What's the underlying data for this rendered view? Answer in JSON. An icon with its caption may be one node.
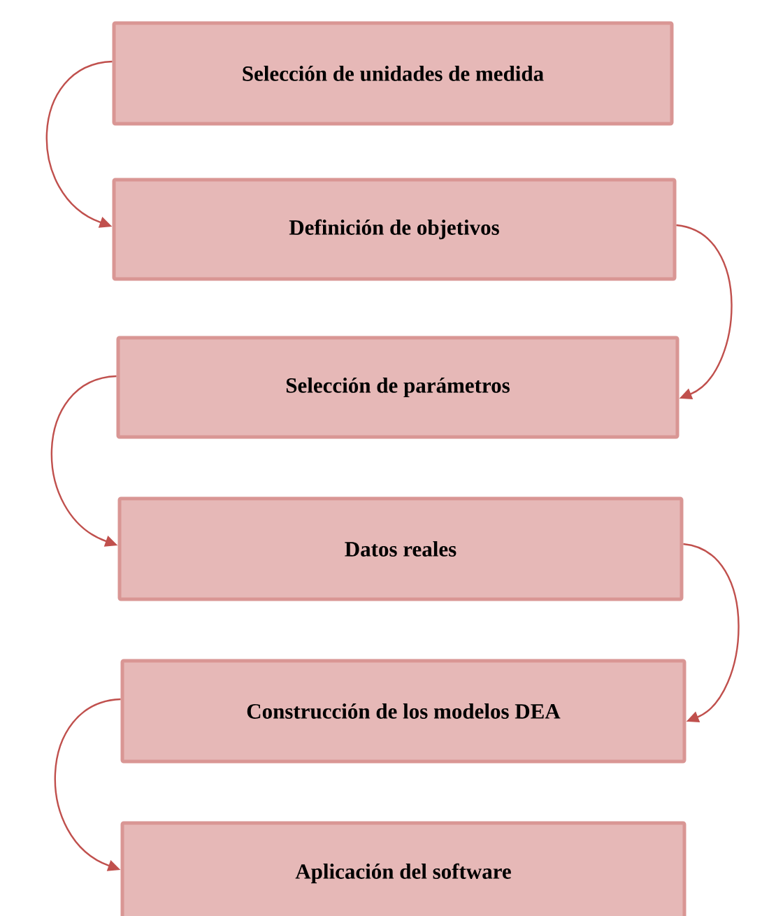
{
  "diagram": {
    "nodes": [
      {
        "text": [
          "Selección de unidades de medida"
        ]
      },
      {
        "text": [
          "Definición de objetivos"
        ]
      },
      {
        "text": [
          "Selección de parámetros"
        ]
      },
      {
        "text": [
          "Datos reales"
        ]
      },
      {
        "text": [
          "Construcción de los modelos DEA"
        ]
      },
      {
        "text": [
          "Aplicación del software"
        ]
      }
    ],
    "edges": [
      {
        "from": 0,
        "to": 1,
        "arrow": "to"
      },
      {
        "from": 1,
        "to": 2,
        "arrow": "to"
      },
      {
        "from": 2,
        "to": 3,
        "arrow": "to"
      },
      {
        "from": 3,
        "to": 4,
        "arrow": "to"
      },
      {
        "from": 4,
        "to": 5,
        "arrow": "to"
      }
    ]
  }
}
